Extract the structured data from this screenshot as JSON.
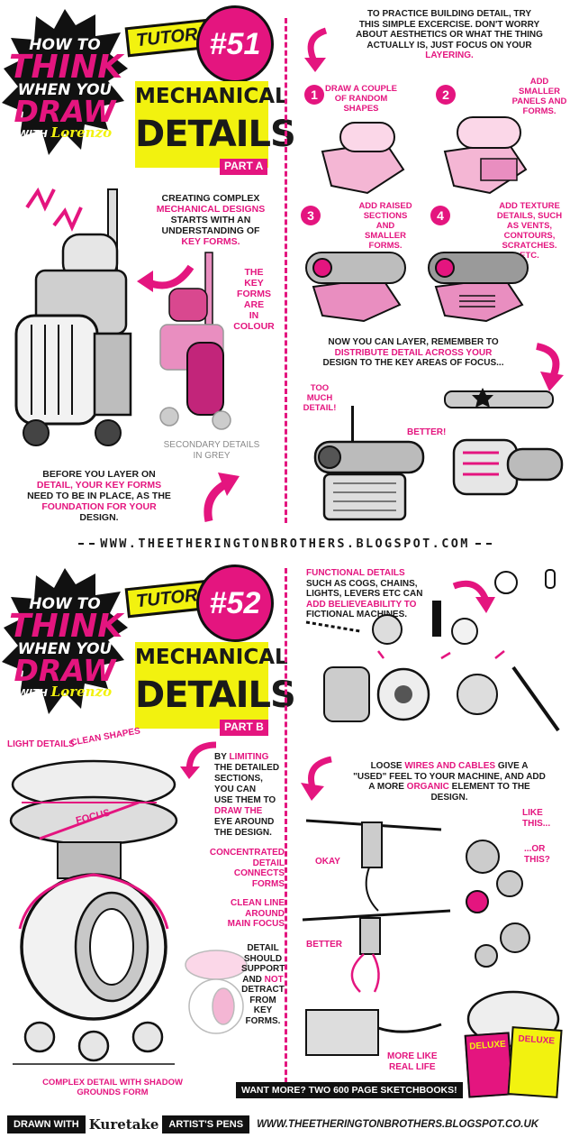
{
  "colors": {
    "accent": "#e4157f",
    "highlight": "#f2f20f",
    "ink": "#1a1a1a",
    "grey": "#8a8a8a"
  },
  "t51": {
    "logo": {
      "l1": "HOW TO",
      "l2": "THINK",
      "l3": "WHEN YOU",
      "l4": "DRAW",
      "l5": "WITH",
      "signature": "Lorenzo"
    },
    "tutorial_label": "TUTORIAL",
    "number": "#51",
    "title1": "MECHANICAL",
    "title2": "DETAILS",
    "part": "PART A",
    "intro": [
      "CREATING COMPLEX",
      "MECHANICAL DESIGNS",
      "STARTS WITH AN",
      "UNDERSTANDING OF",
      "KEY FORMS."
    ],
    "key_forms_note": [
      "THE",
      "KEY",
      "FORMS",
      "ARE",
      "IN",
      "COLOUR"
    ],
    "secondary_note": [
      "SECONDARY DETAILS",
      "IN GREY"
    ],
    "foundation": [
      "BEFORE YOU LAYER ON",
      "DETAIL, YOUR KEY FORMS",
      "NEED TO BE IN PLACE, AS THE",
      "FOUNDATION FOR YOUR",
      "DESIGN."
    ],
    "practice": [
      "TO PRACTICE BUILDING DETAIL, TRY",
      "THIS SIMPLE EXCERCISE. DON'T WORRY",
      "ABOUT AESTHETICS OR WHAT THE THING",
      "ACTUALLY IS, JUST FOCUS ON YOUR",
      "LAYERING."
    ],
    "steps": [
      {
        "num": "1",
        "text": [
          "DRAW A COUPLE",
          "OF RANDOM",
          "SHAPES"
        ]
      },
      {
        "num": "2",
        "text": [
          "ADD",
          "SMALLER",
          "PANELS AND",
          "FORMS."
        ]
      },
      {
        "num": "3",
        "text": [
          "ADD RAISED",
          "SECTIONS",
          "AND",
          "SMALLER",
          "FORMS."
        ]
      },
      {
        "num": "4",
        "text": [
          "ADD TEXTURE",
          "DETAILS, SUCH",
          "AS VENTS,",
          "CONTOURS,",
          "SCRATCHES.",
          "ETC."
        ]
      }
    ],
    "layer": [
      "NOW YOU CAN LAYER, REMEMBER TO",
      "DISTRIBUTE DETAIL ACROSS YOUR",
      "DESIGN TO THE KEY AREAS OF FOCUS..."
    ],
    "too_much": [
      "TOO",
      "MUCH",
      "DETAIL!"
    ],
    "better": "BETTER!"
  },
  "url_mid": "WWW.THEETHERINGTONBROTHERS.BLOGSPOT.COM",
  "t52": {
    "logo": {
      "l1": "HOW TO",
      "l2": "THINK",
      "l3": "WHEN YOU",
      "l4": "DRAW",
      "l5": "WITH",
      "signature": "Lorenzo"
    },
    "tutorial_label": "TUTORIAL",
    "number": "#52",
    "title1": "MECHANICAL",
    "title2": "DETAILS",
    "part": "PART B",
    "labels": {
      "light_details": "LIGHT DETAILS",
      "clean_shapes": "CLEAN SHAPES",
      "focus": "FOCUS"
    },
    "limiting": [
      "BY LIMITING",
      "THE DETAILED",
      "SECTIONS,",
      "YOU CAN",
      "USE THEM TO",
      "DRAW THE",
      "EYE AROUND",
      "THE DESIGN."
    ],
    "concentrated": [
      "CONCENTRATED",
      "DETAIL",
      "CONNECTS",
      "FORMS"
    ],
    "clean_line": [
      "CLEAN LINE",
      "AROUND",
      "MAIN FOCUS"
    ],
    "support": [
      "DETAIL",
      "SHOULD",
      "SUPPORT",
      "AND NOT",
      "DETRACT",
      "FROM",
      "KEY",
      "FORMS."
    ],
    "complex_shadow": [
      "COMPLEX DETAIL WITH SHADOW",
      "GROUNDS FORM"
    ],
    "functional": [
      "FUNCTIONAL DETAILS",
      "SUCH AS COGS, CHAINS,",
      "LIGHTS, LEVERS ETC CAN",
      "ADD BELIEVEABILITY TO",
      "FICTIONAL MACHINES."
    ],
    "wires": [
      "LOOSE WIRES AND CABLES GIVE A",
      "\"USED\" FEEL TO YOUR MACHINE, AND ADD",
      "A MORE ORGANIC ELEMENT TO THE",
      "DESIGN."
    ],
    "like_this": "LIKE THIS...",
    "or_this": "...OR THIS?",
    "okay": "OKAY",
    "better": "BETTER",
    "more_like": [
      "MORE LIKE",
      "REAL LIFE"
    ],
    "want_more": "WANT MORE? TWO 600 PAGE SKETCHBOOKS!",
    "book1": "DELUXE",
    "book2": "DELUXE"
  },
  "footer": {
    "drawn_with": "DRAWN WITH",
    "brand": "Kuretake",
    "artists_pens": "ARTIST'S PENS",
    "url": "WWW.THEETHERINGTONBROTHERS.BLOGSPOT.CO.UK"
  }
}
